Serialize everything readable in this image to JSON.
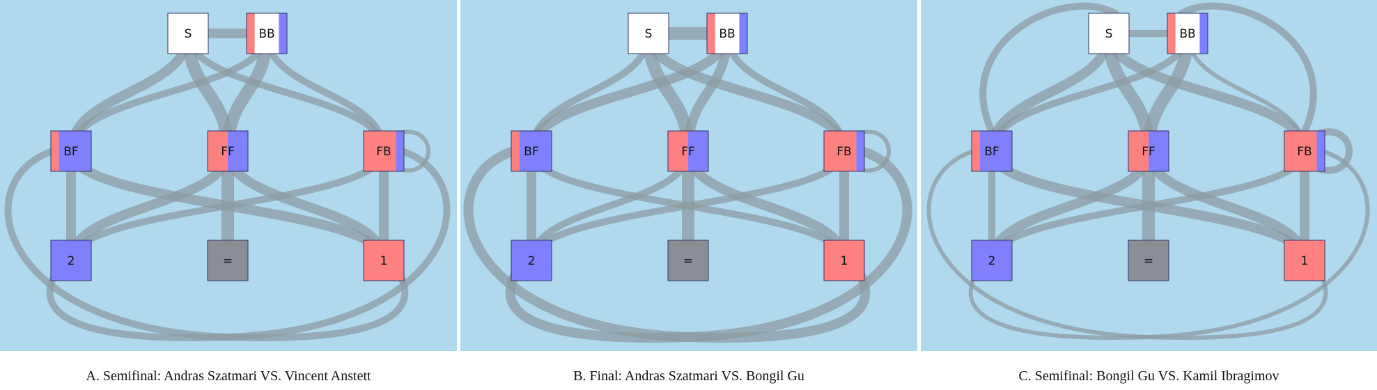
{
  "colors": {
    "background": "#b0d9ee",
    "edge": "#8e9ba2",
    "red": "#fd8181",
    "blue": "#8080fc",
    "gray": "#8b8f95",
    "white": "#ffffff"
  },
  "node_labels": {
    "S": "S",
    "BB": "BB",
    "BF": "BF",
    "FF": "FF",
    "FB": "FB",
    "two": "2",
    "eq": "=",
    "one": "1"
  },
  "panels": [
    {
      "caption": "A. Semifinal: Andras Szatmari VS. Vincent Anstett",
      "nodes": {
        "BB": {
          "red": 0.2,
          "blue": 0.2
        },
        "BF": {
          "red": 0.2,
          "blue": 0.8
        },
        "FF": {
          "red": 0.5,
          "blue": 0.5
        },
        "FB": {
          "red": 0.8,
          "blue": 0.2
        }
      },
      "edges": [
        {
          "from": "S",
          "to": "BB",
          "weight": 3
        },
        {
          "from": "S",
          "to": "BF",
          "weight": 3
        },
        {
          "from": "S",
          "to": "FF",
          "weight": 4
        },
        {
          "from": "S",
          "to": "FB",
          "weight": 2
        },
        {
          "from": "BB",
          "to": "BF",
          "weight": 2
        },
        {
          "from": "BB",
          "to": "FF",
          "weight": 4
        },
        {
          "from": "BB",
          "to": "FB",
          "weight": 2
        },
        {
          "from": "BF",
          "to": "two",
          "weight": 3
        },
        {
          "from": "BF",
          "to": "one",
          "weight": 3
        },
        {
          "from": "FF",
          "to": "two",
          "weight": 3
        },
        {
          "from": "FF",
          "to": "eq",
          "weight": 4
        },
        {
          "from": "FF",
          "to": "one",
          "weight": 3
        },
        {
          "from": "FB",
          "to": "two",
          "weight": 2
        },
        {
          "from": "FB",
          "to": "one",
          "weight": 3
        },
        {
          "from": "FB",
          "to": "FB",
          "weight": 1
        },
        {
          "from": "BF",
          "to": "one",
          "weight": 2,
          "route": "outer-bottom"
        },
        {
          "from": "FB",
          "to": "two",
          "weight": 2,
          "route": "outer-bottom"
        }
      ]
    },
    {
      "caption": "B. Final: Andras Szatmari VS. Bongil Gu",
      "nodes": {
        "BB": {
          "red": 0.2,
          "blue": 0.2
        },
        "BF": {
          "red": 0.2,
          "blue": 0.8
        },
        "FF": {
          "red": 0.5,
          "blue": 0.5
        },
        "FB": {
          "red": 0.8,
          "blue": 0.2
        }
      },
      "edges": [
        {
          "from": "S",
          "to": "BB",
          "weight": 4
        },
        {
          "from": "S",
          "to": "BF",
          "weight": 2
        },
        {
          "from": "S",
          "to": "FF",
          "weight": 4
        },
        {
          "from": "S",
          "to": "FB",
          "weight": 3
        },
        {
          "from": "BB",
          "to": "BF",
          "weight": 3
        },
        {
          "from": "BB",
          "to": "FF",
          "weight": 3
        },
        {
          "from": "BB",
          "to": "FB",
          "weight": 2
        },
        {
          "from": "BF",
          "to": "two",
          "weight": 3
        },
        {
          "from": "BF",
          "to": "one",
          "weight": 2
        },
        {
          "from": "FF",
          "to": "two",
          "weight": 2
        },
        {
          "from": "FF",
          "to": "eq",
          "weight": 4
        },
        {
          "from": "FF",
          "to": "one",
          "weight": 3
        },
        {
          "from": "FB",
          "to": "two",
          "weight": 2
        },
        {
          "from": "FB",
          "to": "one",
          "weight": 3
        },
        {
          "from": "FB",
          "to": "FB",
          "weight": 1
        },
        {
          "from": "BF",
          "to": "one",
          "weight": 3,
          "route": "outer-bottom"
        },
        {
          "from": "FB",
          "to": "two",
          "weight": 3,
          "route": "outer-bottom"
        }
      ]
    },
    {
      "caption": "C. Semifinal: Bongil Gu VS. Kamil Ibragimov",
      "nodes": {
        "BB": {
          "red": 0.2,
          "blue": 0.2
        },
        "BF": {
          "red": 0.2,
          "blue": 0.8
        },
        "FF": {
          "red": 0.5,
          "blue": 0.5
        },
        "FB": {
          "red": 0.8,
          "blue": 0.2
        }
      },
      "edges": [
        {
          "from": "S",
          "to": "BB",
          "weight": 2
        },
        {
          "from": "S",
          "to": "BF",
          "weight": 3
        },
        {
          "from": "S",
          "to": "FF",
          "weight": 4
        },
        {
          "from": "S",
          "to": "FB",
          "weight": 3
        },
        {
          "from": "BB",
          "to": "BF",
          "weight": 2
        },
        {
          "from": "BB",
          "to": "FF",
          "weight": 4
        },
        {
          "from": "BB",
          "to": "FB",
          "weight": 1
        },
        {
          "from": "BF",
          "to": "two",
          "weight": 2
        },
        {
          "from": "BF",
          "to": "one",
          "weight": 3
        },
        {
          "from": "FF",
          "to": "two",
          "weight": 3
        },
        {
          "from": "FF",
          "to": "eq",
          "weight": 4
        },
        {
          "from": "FF",
          "to": "one",
          "weight": 3
        },
        {
          "from": "FB",
          "to": "two",
          "weight": 2
        },
        {
          "from": "FB",
          "to": "one",
          "weight": 3
        },
        {
          "from": "FB",
          "to": "FB",
          "weight": 2
        },
        {
          "from": "BF",
          "to": "one",
          "weight": 1,
          "route": "outer-bottom"
        },
        {
          "from": "FB",
          "to": "two",
          "weight": 1,
          "route": "outer-bottom"
        },
        {
          "from": "S",
          "to": "BF",
          "weight": 2,
          "route": "outer-top"
        },
        {
          "from": "BB",
          "to": "FB",
          "weight": 2,
          "route": "outer-top"
        }
      ]
    }
  ]
}
